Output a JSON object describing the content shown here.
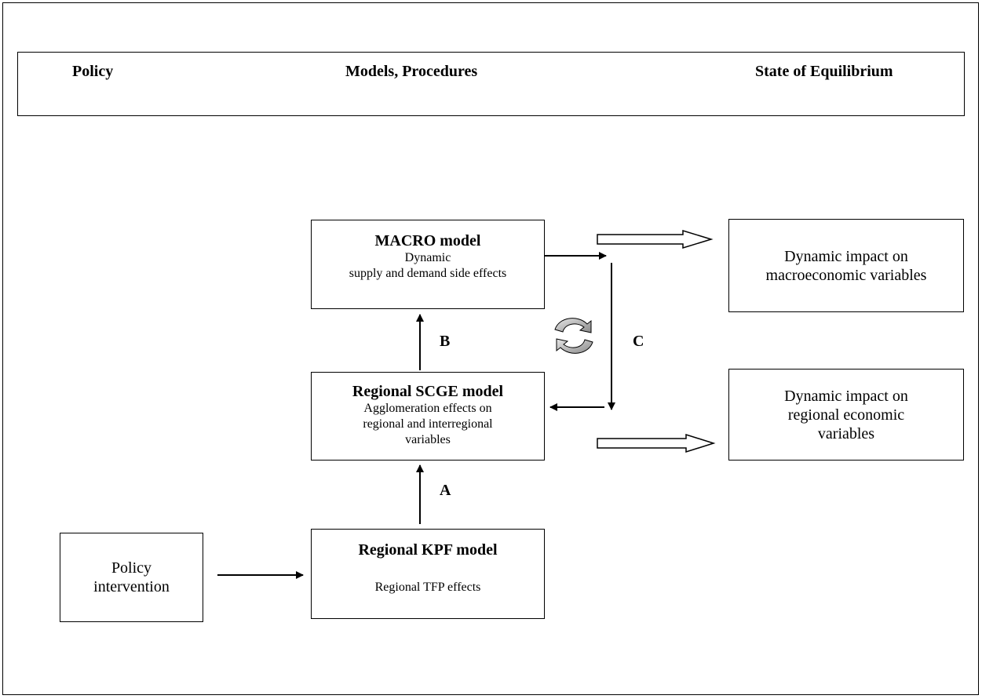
{
  "header": {
    "col_policy": "Policy",
    "col_models": "Models, Procedures",
    "col_state": "State of Equilibrium"
  },
  "boxes": {
    "macro": {
      "title": "MACRO model",
      "line1": "Dynamic",
      "line2": "supply and demand side effects"
    },
    "scge": {
      "title": "Regional SCGE model",
      "line1": "Agglomeration effects on",
      "line2": "regional and interregional",
      "line3": "variables"
    },
    "kpf": {
      "title": "Regional KPF model",
      "line1": "Regional TFP effects"
    },
    "policy": {
      "line1": "Policy",
      "line2": "intervention"
    },
    "macro_impact": {
      "line1": "Dynamic impact on",
      "line2": "macroeconomic variables"
    },
    "regional_impact": {
      "line1": "Dynamic impact on",
      "line2": "regional economic",
      "line3": "variables"
    }
  },
  "labels": {
    "a": "A",
    "b": "B",
    "c": "C"
  },
  "icons": {
    "cycle": "circular-cycle-arrows-icon"
  }
}
